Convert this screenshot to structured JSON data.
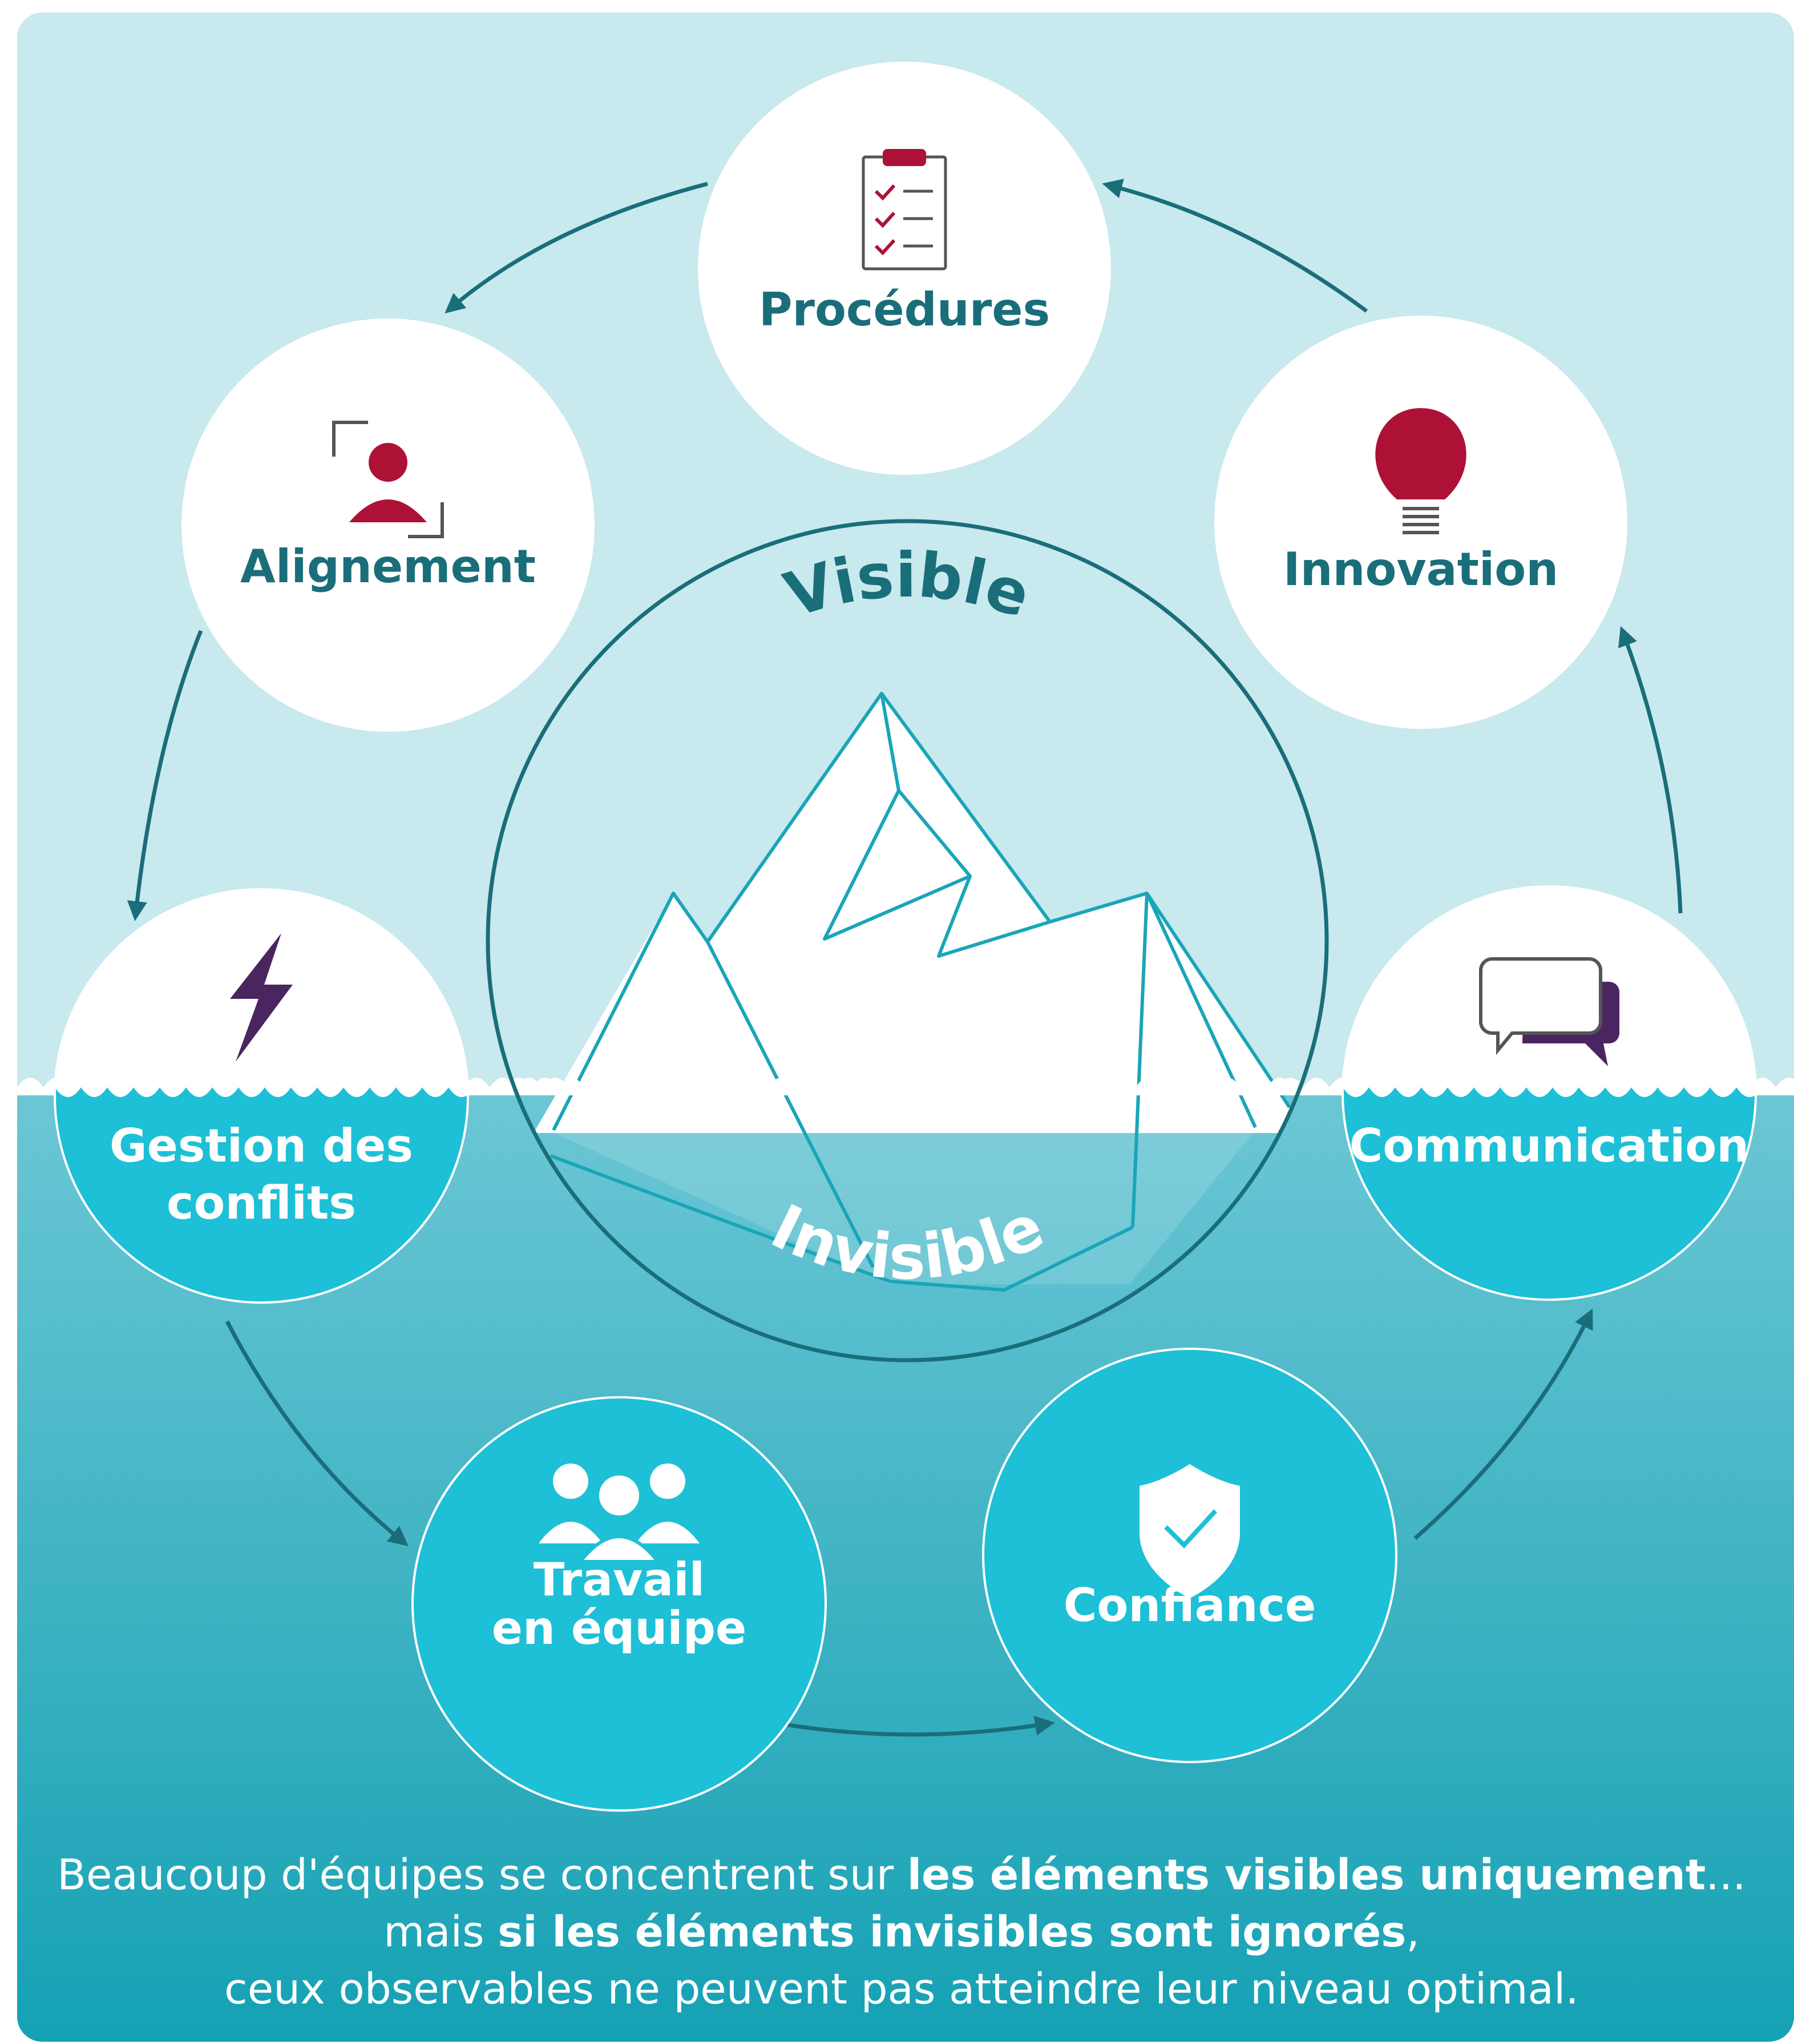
{
  "colors": {
    "sky": "#c8e9ee",
    "water_light": "#6cc7d5",
    "water_dark": "#15a1b4",
    "teal_dark": "#1a6e7a",
    "crimson": "#ad1236",
    "purple": "#4a2660",
    "bubble_cyan": "#1dc0d6",
    "white": "#ffffff"
  },
  "center": {
    "visible_label": "Visible",
    "invisible_label": "Invisible"
  },
  "nodes": [
    {
      "id": "procedures",
      "label_lines": [
        "Procédures"
      ],
      "icon": "clipboard-checklist-icon",
      "zone": "above"
    },
    {
      "id": "innovation",
      "label_lines": [
        "Innovation"
      ],
      "icon": "lightbulb-icon",
      "zone": "above"
    },
    {
      "id": "communication",
      "label_lines": [
        "Communication"
      ],
      "icon": "speech-bubbles-icon",
      "zone": "waterline"
    },
    {
      "id": "confiance",
      "label_lines": [
        "Confiance"
      ],
      "icon": "shield-check-icon",
      "zone": "below"
    },
    {
      "id": "travail",
      "label_lines": [
        "Travail",
        "en équipe"
      ],
      "icon": "team-people-icon",
      "zone": "below"
    },
    {
      "id": "gestion",
      "label_lines": [
        "Gestion des",
        "conflits"
      ],
      "icon": "lightning-bolt-icon",
      "zone": "waterline"
    },
    {
      "id": "alignement",
      "label_lines": [
        "Alignement"
      ],
      "icon": "person-focus-icon",
      "zone": "above"
    }
  ],
  "caption": {
    "line1_normal": "Beaucoup d'équipes se concentrent sur ",
    "line1_bold": "les éléments visibles uniquement",
    "line1_end": "...",
    "line2_normal": "mais ",
    "line2_bold": "si les éléments invisibles sont ignorés",
    "line2_end": ",",
    "line3": "ceux observables ne peuvent pas atteindre leur niveau optimal."
  }
}
